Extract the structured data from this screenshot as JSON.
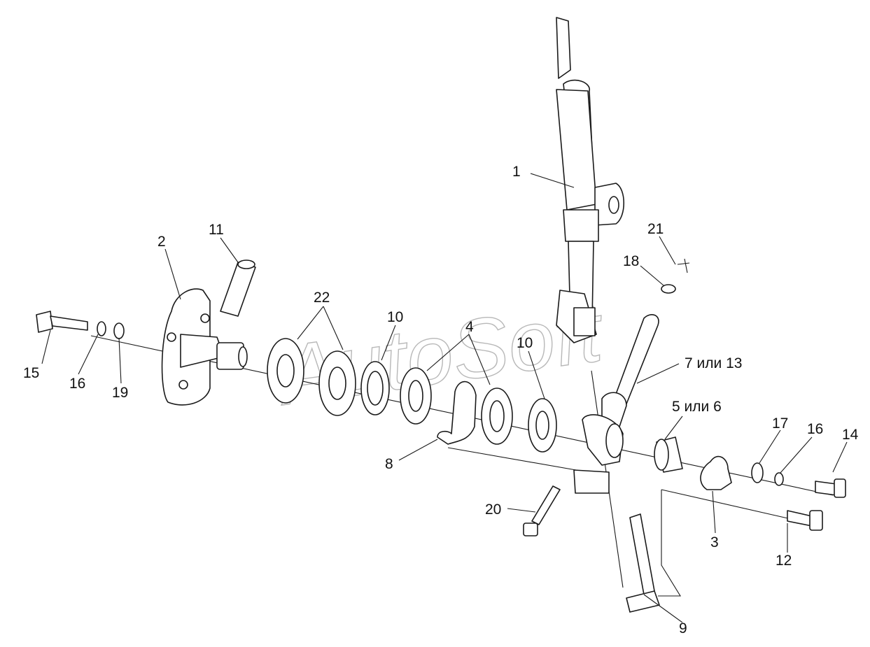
{
  "watermark": "AutoSoft",
  "callouts": {
    "c1": "1",
    "c2": "2",
    "c3": "3",
    "c4": "4",
    "c5_6": "5 или 6",
    "c7_13": "7 или 13",
    "c8": "8",
    "c9": "9",
    "c10a": "10",
    "c10b": "10",
    "c11": "11",
    "c12": "12",
    "c14": "14",
    "c15": "15",
    "c16a": "16",
    "c16b": "16",
    "c17": "17",
    "c18": "18",
    "c19": "19",
    "c20": "20",
    "c21": "21",
    "c22": "22"
  },
  "colors": {
    "line": "#1a1a1a",
    "watermark": "#b8b8b8",
    "background": "#ffffff"
  }
}
